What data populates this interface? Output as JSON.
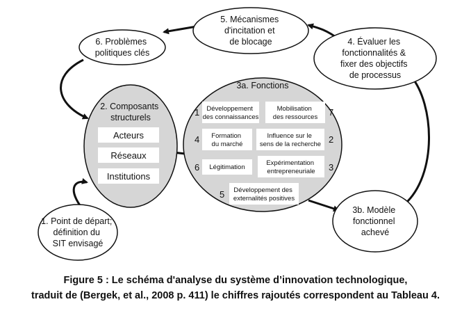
{
  "nodes": {
    "mecanismes": [
      "5. Mécanismes",
      "d'incitation et",
      "de blocage"
    ],
    "problemes": [
      "6. Problèmes",
      "politiques clés"
    ],
    "evaluer": [
      "4. Évaluer les",
      "fonctionnalités  &",
      "fixer des objectifs",
      "de processus"
    ],
    "composants": {
      "title": [
        "2. Composants",
        "structurels"
      ],
      "items": [
        "Acteurs",
        "Réseaux",
        "Institutions"
      ]
    },
    "fonctions": {
      "title": "3a. Fonctions",
      "boxes": [
        {
          "num": "1",
          "lines": [
            "Développement",
            "des connaissances"
          ]
        },
        {
          "num": "7",
          "lines": [
            "Mobilisation",
            "des ressources"
          ]
        },
        {
          "num": "4",
          "lines": [
            "Formation",
            "du marché"
          ]
        },
        {
          "num": "2",
          "lines": [
            "Influence sur le",
            "sens de la recherche"
          ]
        },
        {
          "num": "6",
          "lines": [
            "Légitimation"
          ]
        },
        {
          "num": "3",
          "lines": [
            "Expérimentation",
            "entrepreneuriale"
          ]
        },
        {
          "num": "5",
          "lines": [
            "Développement des",
            "externalités positives"
          ]
        }
      ]
    },
    "depart": [
      "1.  Point de départ;",
      "définition du",
      "SIT envisagé"
    ],
    "modele": [
      "3b. Modèle",
      "fonctionnel",
      "achevé"
    ]
  },
  "caption": {
    "line1": "Figure 5 : Le schéma d'analyse du système d’innovation technologique,",
    "line2": "traduit de (Bergek, et al., 2008 p. 411) le chiffres rajoutés correspondent au Tableau 4."
  }
}
